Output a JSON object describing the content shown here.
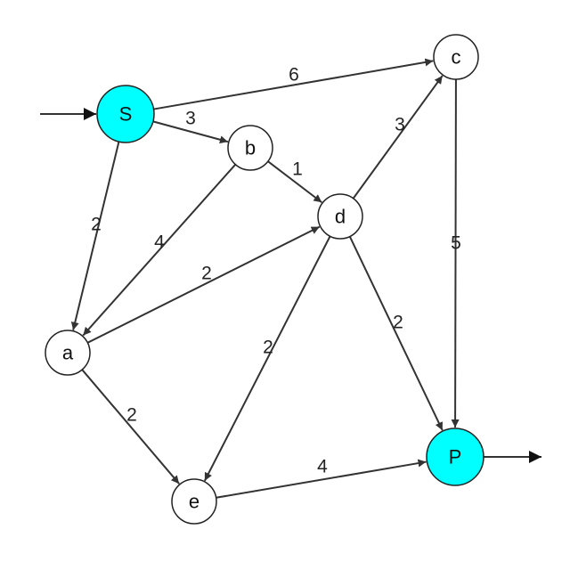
{
  "diagram": {
    "colors": {
      "highlight": "#00ffff",
      "node_default": "#ffffff",
      "stroke": "#222222",
      "edge": "#333333"
    },
    "nodes": [
      {
        "id": "S",
        "label": "S",
        "highlight": true
      },
      {
        "id": "a",
        "label": "a",
        "highlight": false
      },
      {
        "id": "b",
        "label": "b",
        "highlight": false
      },
      {
        "id": "c",
        "label": "c",
        "highlight": false
      },
      {
        "id": "d",
        "label": "d",
        "highlight": false
      },
      {
        "id": "e",
        "label": "e",
        "highlight": false
      },
      {
        "id": "P",
        "label": "P",
        "highlight": true
      }
    ],
    "edges": [
      {
        "from": "S",
        "to": "c",
        "weight": "6"
      },
      {
        "from": "S",
        "to": "b",
        "weight": "3"
      },
      {
        "from": "S",
        "to": "a",
        "weight": "2"
      },
      {
        "from": "b",
        "to": "d",
        "weight": "1"
      },
      {
        "from": "b",
        "to": "a",
        "weight": "4"
      },
      {
        "from": "a",
        "to": "d",
        "weight": "2"
      },
      {
        "from": "a",
        "to": "e",
        "weight": "2"
      },
      {
        "from": "d",
        "to": "c",
        "weight": "3"
      },
      {
        "from": "d",
        "to": "e",
        "weight": "2"
      },
      {
        "from": "d",
        "to": "P",
        "weight": "2"
      },
      {
        "from": "c",
        "to": "P",
        "weight": "5"
      },
      {
        "from": "e",
        "to": "P",
        "weight": "4"
      }
    ],
    "entry_arrow": {
      "to": "S"
    },
    "exit_arrow": {
      "from": "P"
    }
  }
}
